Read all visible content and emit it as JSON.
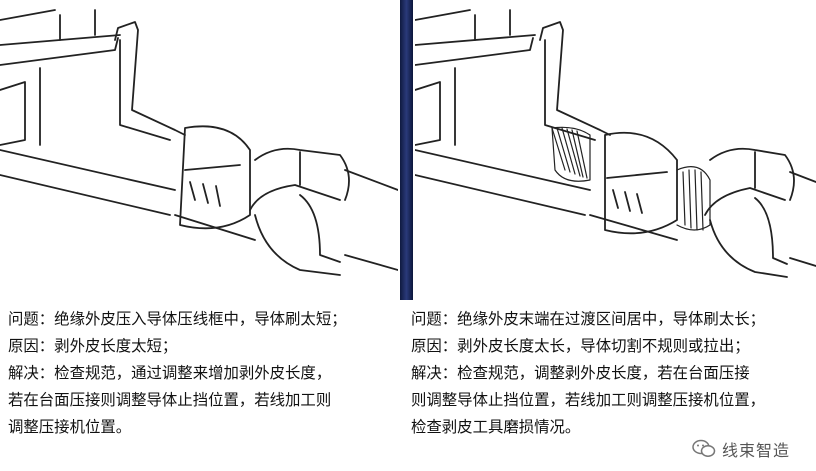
{
  "left": {
    "lines": [
      "问题：绝缘外皮压入导体压线框中，导体刷太短；",
      "原因：剥外皮长度太短；",
      "解决：检查规范，通过调整来增加剥外皮长度，",
      "若在台面压接则调整导体止挡位置，若线加工则",
      "调整压接机位置。"
    ]
  },
  "right": {
    "lines": [
      "问题：绝缘外皮末端在过渡区间居中，导体刷太长；",
      "原因：剥外皮长度太长，导体切割不规则或拉出；",
      "解决：检查规范，调整剥外皮长度，若在台面压接",
      "则调整导体止挡位置，若线加工则调整压接机位置，",
      "检查剥皮工具磨损情况。"
    ]
  },
  "watermark": {
    "text": "线束智造",
    "icon": "wechat-icon"
  },
  "colors": {
    "divider": "#1c2a63",
    "line": "#222222"
  }
}
